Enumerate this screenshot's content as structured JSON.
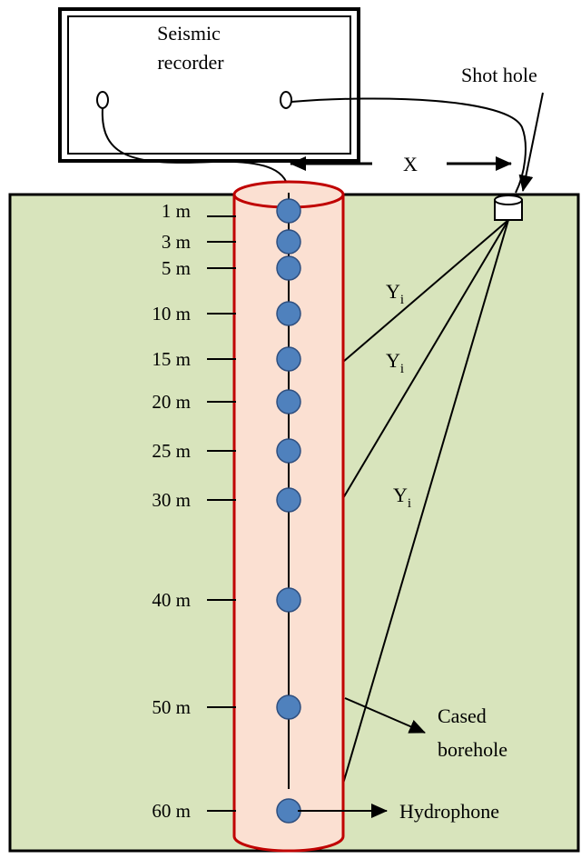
{
  "recorder": {
    "label_line1": "Seismic",
    "label_line2": "recorder"
  },
  "shot_hole": {
    "label": "Shot hole"
  },
  "distance": {
    "label": "X"
  },
  "ray_labels": [
    {
      "main": "Y",
      "sub": "i"
    },
    {
      "main": "Y",
      "sub": "i"
    },
    {
      "main": "Y",
      "sub": "i"
    }
  ],
  "borehole": {
    "label_line1": "Cased",
    "label_line2": "borehole"
  },
  "hydrophone": {
    "label": "Hydrophone"
  },
  "depths": [
    "1 m",
    "3 m",
    "5 m",
    "10 m",
    "15 m",
    "20 m",
    "25 m",
    "30 m",
    "40 m",
    "50 m",
    "60 m"
  ],
  "colors": {
    "ground": "#d8e4bc",
    "casing_fill": "#fbe0d2",
    "casing_stroke": "#c00000",
    "sensor": "#4f81bd",
    "sensor_stroke": "#2f4f7f"
  }
}
